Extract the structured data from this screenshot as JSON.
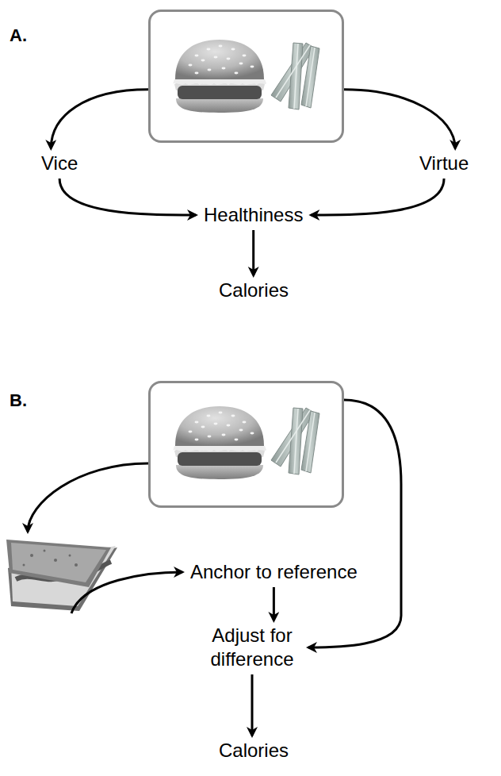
{
  "diagram": {
    "nodes": [
      {
        "text": []
      },
      {
        "text": [
          "Vice"
        ]
      },
      {
        "text": [
          "Virtue"
        ]
      },
      {
        "text": [
          "Healthiness"
        ]
      },
      {
        "text": [
          "Calories"
        ]
      },
      {
        "text": []
      },
      {
        "text": []
      },
      {
        "text": [
          "Anchor to reference"
        ]
      },
      {
        "text": [
          "Adjust for difference"
        ]
      },
      {
        "text": [
          "Calories"
        ]
      }
    ],
    "edges": [
      {
        "from": 0,
        "to": 1,
        "arrow": "to"
      },
      {
        "from": 0,
        "to": 2,
        "arrow": "to"
      },
      {
        "from": 1,
        "to": 3,
        "arrow": "to"
      },
      {
        "from": 2,
        "to": 3,
        "arrow": "to"
      },
      {
        "from": 3,
        "to": 4,
        "arrow": "to"
      },
      {
        "from": 5,
        "to": 6,
        "arrow": "to"
      },
      {
        "from": 6,
        "to": 7,
        "arrow": "to"
      },
      {
        "from": 7,
        "to": 8,
        "arrow": "to"
      },
      {
        "from": 5,
        "to": 8,
        "arrow": "to"
      },
      {
        "from": 8,
        "to": 9,
        "arrow": "to"
      }
    ],
    "labels": [
      "A.",
      "B."
    ]
  }
}
